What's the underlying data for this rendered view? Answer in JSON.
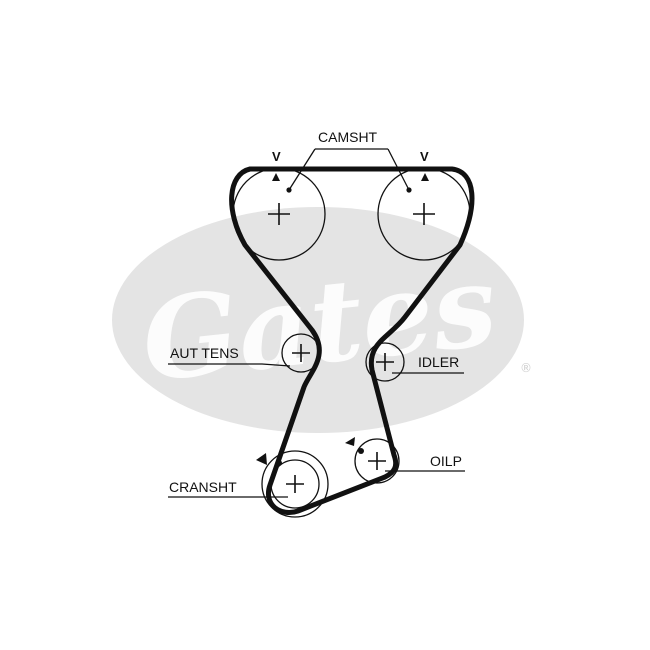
{
  "colors": {
    "logo": "#e4e4e4",
    "belt": "#111111",
    "text": "#111111"
  },
  "labels": {
    "camshaft": "CAMSHT",
    "tensioner": "AUT TENS",
    "idler": "IDLER",
    "crankshaft": "CRANSHT",
    "oil_pump": "OILP",
    "timing_mark_left": "V",
    "timing_mark_right": "V"
  },
  "logo": {
    "wordmark": "Gates",
    "registered": "®"
  }
}
